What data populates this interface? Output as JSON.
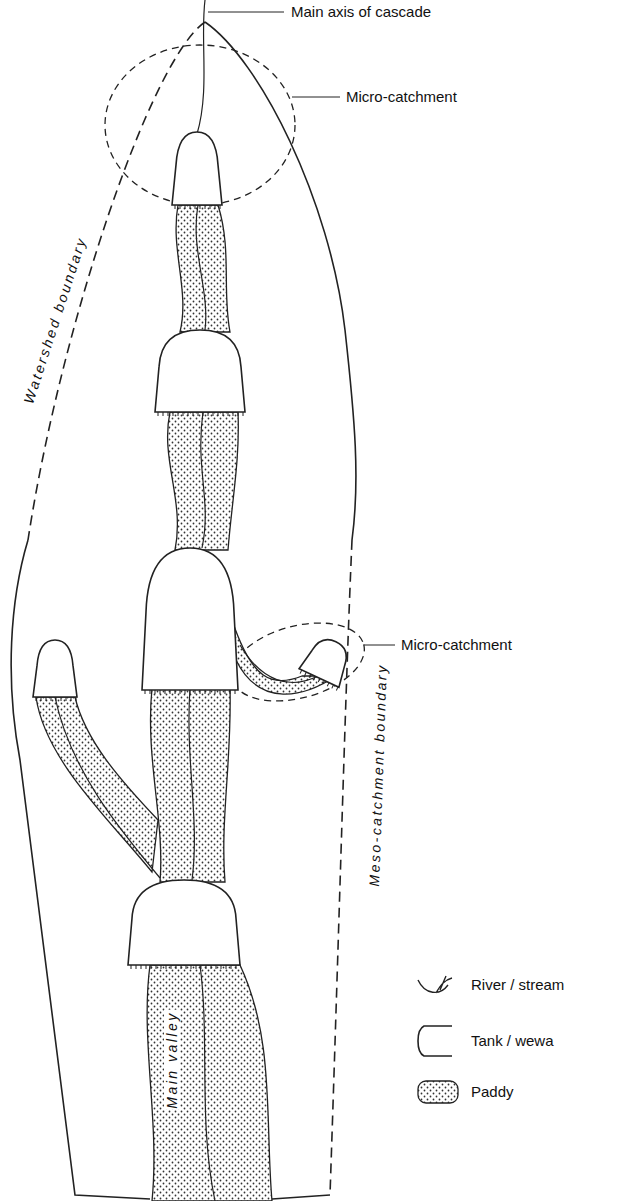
{
  "diagram": {
    "labels": [
      "Main axis of cascade",
      "Micro-catchment",
      "Micro-catchment",
      "Watershed boundary",
      "Meso-catchment boundary",
      "Main valley"
    ],
    "legend": [
      {
        "text": "River / stream"
      },
      {
        "text": "Tank / wewa"
      },
      {
        "text": "Paddy"
      }
    ]
  }
}
